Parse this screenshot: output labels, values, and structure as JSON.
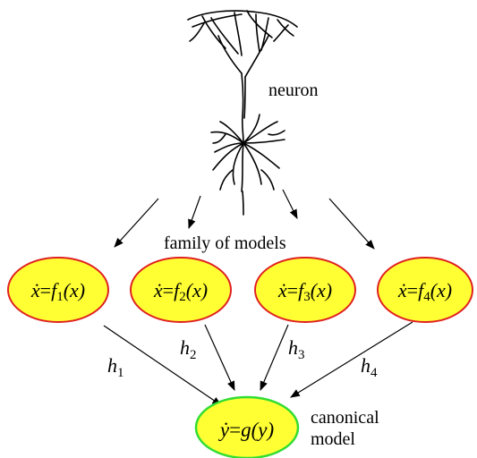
{
  "labels": {
    "neuron": "neuron",
    "family": "family of models",
    "canonical_line1": "canonical",
    "canonical_line2": "model"
  },
  "models": [
    {
      "lhs": "ẋ",
      "op": "=",
      "f": "f",
      "sub": "1",
      "arg": "(x)"
    },
    {
      "lhs": "ẋ",
      "op": "=",
      "f": "f",
      "sub": "2",
      "arg": "(x)"
    },
    {
      "lhs": "ẋ",
      "op": "=",
      "f": "f",
      "sub": "3",
      "arg": "(x)"
    },
    {
      "lhs": "ẋ",
      "op": "=",
      "f": "f",
      "sub": "4",
      "arg": "(x)"
    }
  ],
  "canonical": {
    "lhs": "ẏ",
    "op": "=",
    "rhs": "g(y)"
  },
  "mappings": [
    {
      "h": "h",
      "sub": "1"
    },
    {
      "h": "h",
      "sub": "2"
    },
    {
      "h": "h",
      "sub": "3"
    },
    {
      "h": "h",
      "sub": "4"
    }
  ],
  "colors": {
    "model_fill": "#ffff33",
    "model_stroke": "#e02020",
    "canonical_fill": "#ffff33",
    "canonical_stroke": "#33dd33",
    "line": "#000000"
  }
}
